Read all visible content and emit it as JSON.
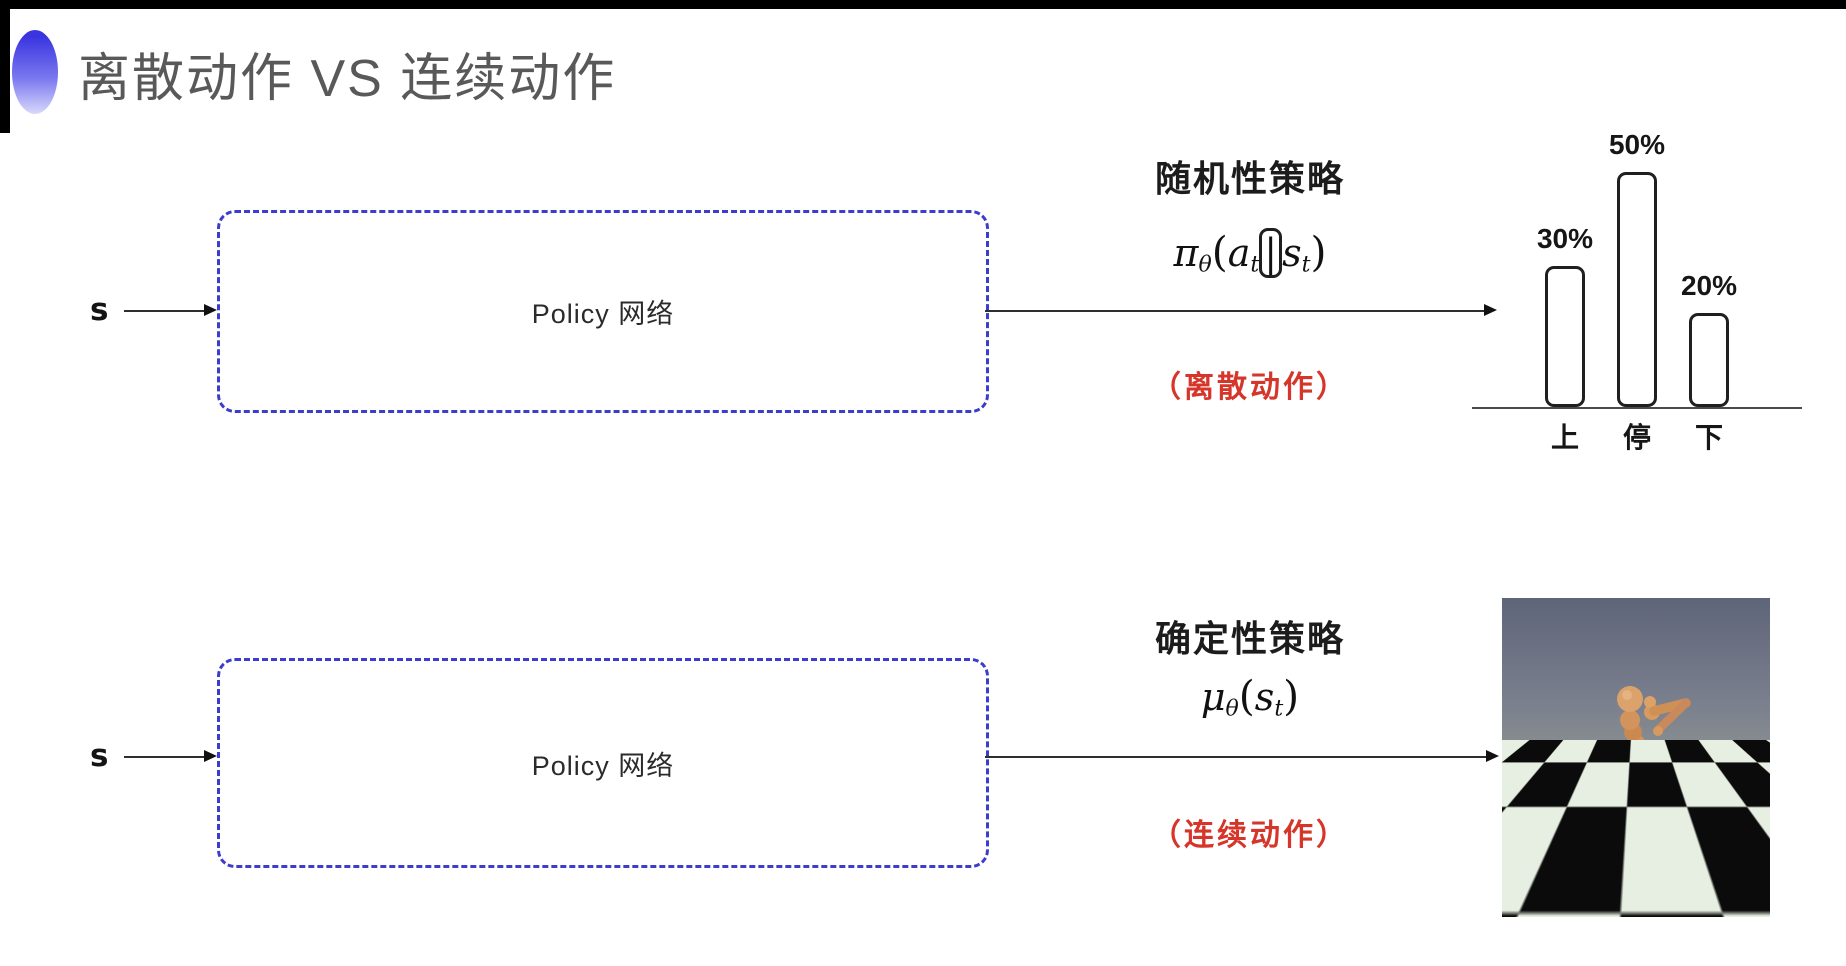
{
  "header": {
    "title": "离散动作 VS 连续动作",
    "title_color": "#595959",
    "bullet_gradient_top": "#3b35e0",
    "bullet_gradient_bottom": "#d9d9fb"
  },
  "style_colors": {
    "box_dash_blue": "#3d3ccd",
    "note_red": "#d6352a",
    "arrow_black": "#111111"
  },
  "rows": {
    "stochastic": {
      "input_label": "s",
      "network_label": "Policy 网络",
      "policy_label": "随机性策略",
      "formula": {
        "sym": "π",
        "sym_sub": "θ",
        "open": "(",
        "arg1": "a",
        "arg1_sub": "t",
        "bar": "|",
        "arg2": "s",
        "arg2_sub": "t",
        "close": ")"
      },
      "note": "（离散动作）"
    },
    "deterministic": {
      "input_label": "s",
      "network_label": "Policy 网络",
      "policy_label": "确定性策略",
      "formula": {
        "sym": "μ",
        "sym_sub": "θ",
        "open": "(",
        "arg1": "s",
        "arg1_sub": "t",
        "close": ")"
      },
      "note": "（连续动作）"
    }
  },
  "chart_data": {
    "type": "bar",
    "categories": [
      "上",
      "停",
      "下"
    ],
    "values": [
      30,
      50,
      20
    ],
    "value_labels": [
      "30%",
      "50%",
      "20%"
    ],
    "ylim": [
      0,
      55
    ],
    "grid": false,
    "axis": "baseline-only",
    "bar_style": "white fill, black rounded outline"
  },
  "figure": {
    "name": "humanoid-robot-checkerboard-render"
  }
}
